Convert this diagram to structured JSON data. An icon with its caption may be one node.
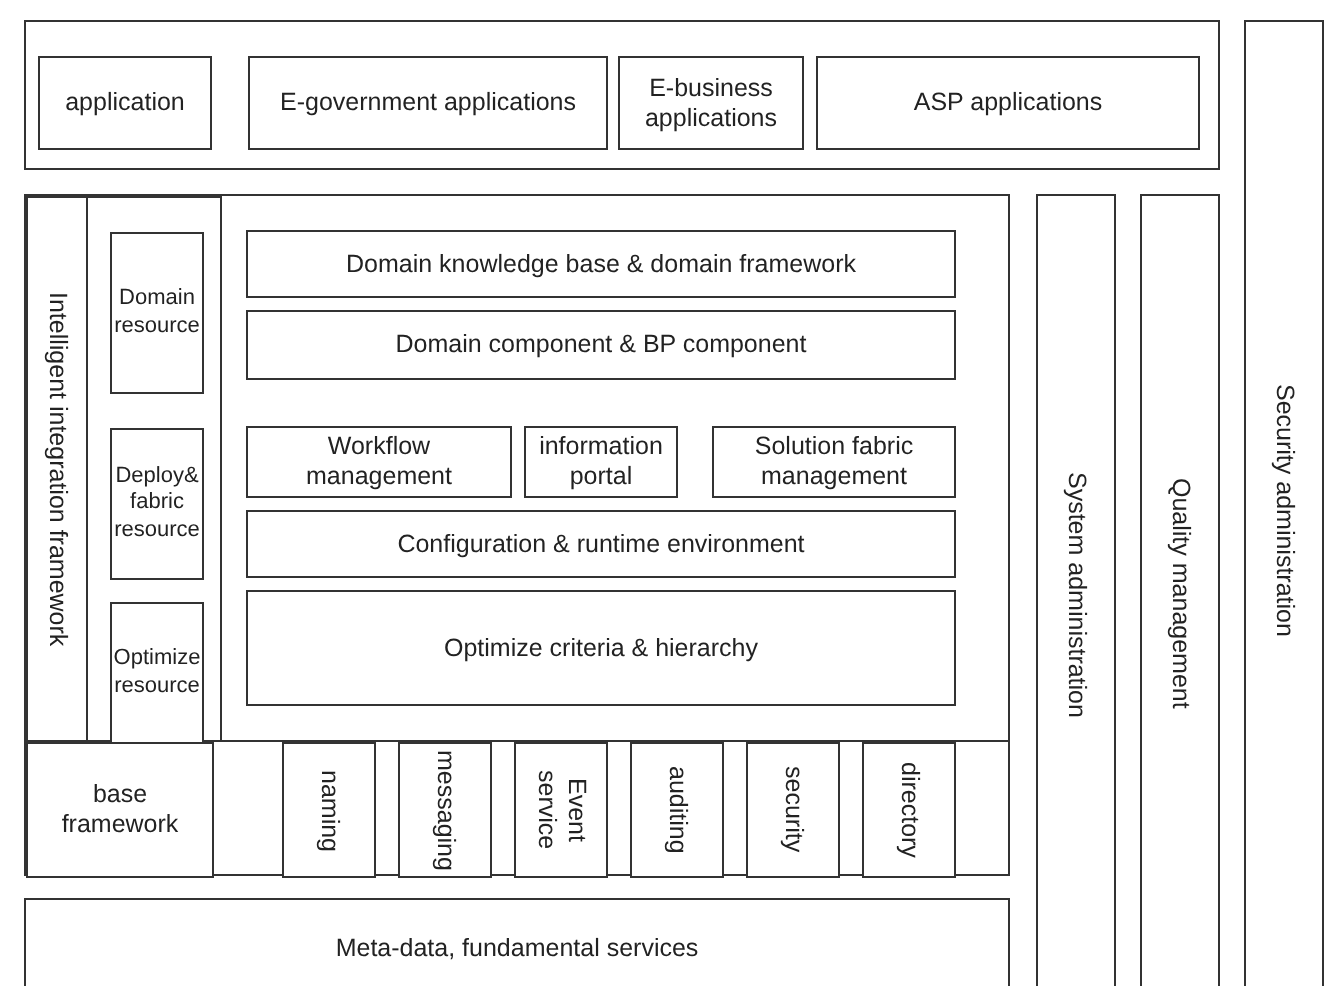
{
  "diagram": {
    "nodes": [
      {
        "text": [],
        "shape": "box"
      },
      {
        "text": [
          "application"
        ],
        "in": 0
      },
      {
        "text": [
          "E-government applications"
        ],
        "in": 0
      },
      {
        "text": [
          "E-business applications"
        ],
        "in": 0
      },
      {
        "text": [
          "ASP applications"
        ],
        "in": 0
      },
      {
        "text": [],
        "shape": "box"
      },
      {
        "text": [
          "Intelligent integration framework"
        ],
        "in": 5
      },
      {
        "text": [],
        "shape": "box",
        "in": 5
      },
      {
        "text": [
          "Domain resource"
        ],
        "in": 7
      },
      {
        "text": [
          "Deploy& fabric resource"
        ],
        "in": 7
      },
      {
        "text": [
          "Optimize resource"
        ],
        "in": 7
      },
      {
        "text": [
          "Domain knowledge base & domain framework"
        ],
        "in": 5
      },
      {
        "text": [
          "Domain component & BP component"
        ],
        "in": 5
      },
      {
        "text": [
          "Workflow management"
        ],
        "in": 5
      },
      {
        "text": [
          "information portal"
        ],
        "in": 5
      },
      {
        "text": [
          "Solution fabric management"
        ],
        "in": 5
      },
      {
        "text": [
          "Configuration & runtime environment"
        ],
        "in": 5
      },
      {
        "text": [
          "Optimize criteria & hierarchy"
        ],
        "in": 5
      },
      {
        "text": [
          "base framework"
        ],
        "in": 5
      },
      {
        "text": [
          "naming"
        ],
        "in": 5
      },
      {
        "text": [
          "messaging"
        ],
        "in": 5
      },
      {
        "text": [
          "Event service"
        ],
        "in": 5
      },
      {
        "text": [
          "auditing"
        ],
        "in": 5
      },
      {
        "text": [
          "security"
        ],
        "in": 5
      },
      {
        "text": [
          "directory"
        ],
        "in": 5
      },
      {
        "text": [
          "Meta-data, fundamental services"
        ]
      },
      {
        "text": [
          "System administration"
        ]
      },
      {
        "text": [
          "Quality management"
        ]
      },
      {
        "text": [
          "Security administration"
        ]
      }
    ],
    "edges": []
  }
}
